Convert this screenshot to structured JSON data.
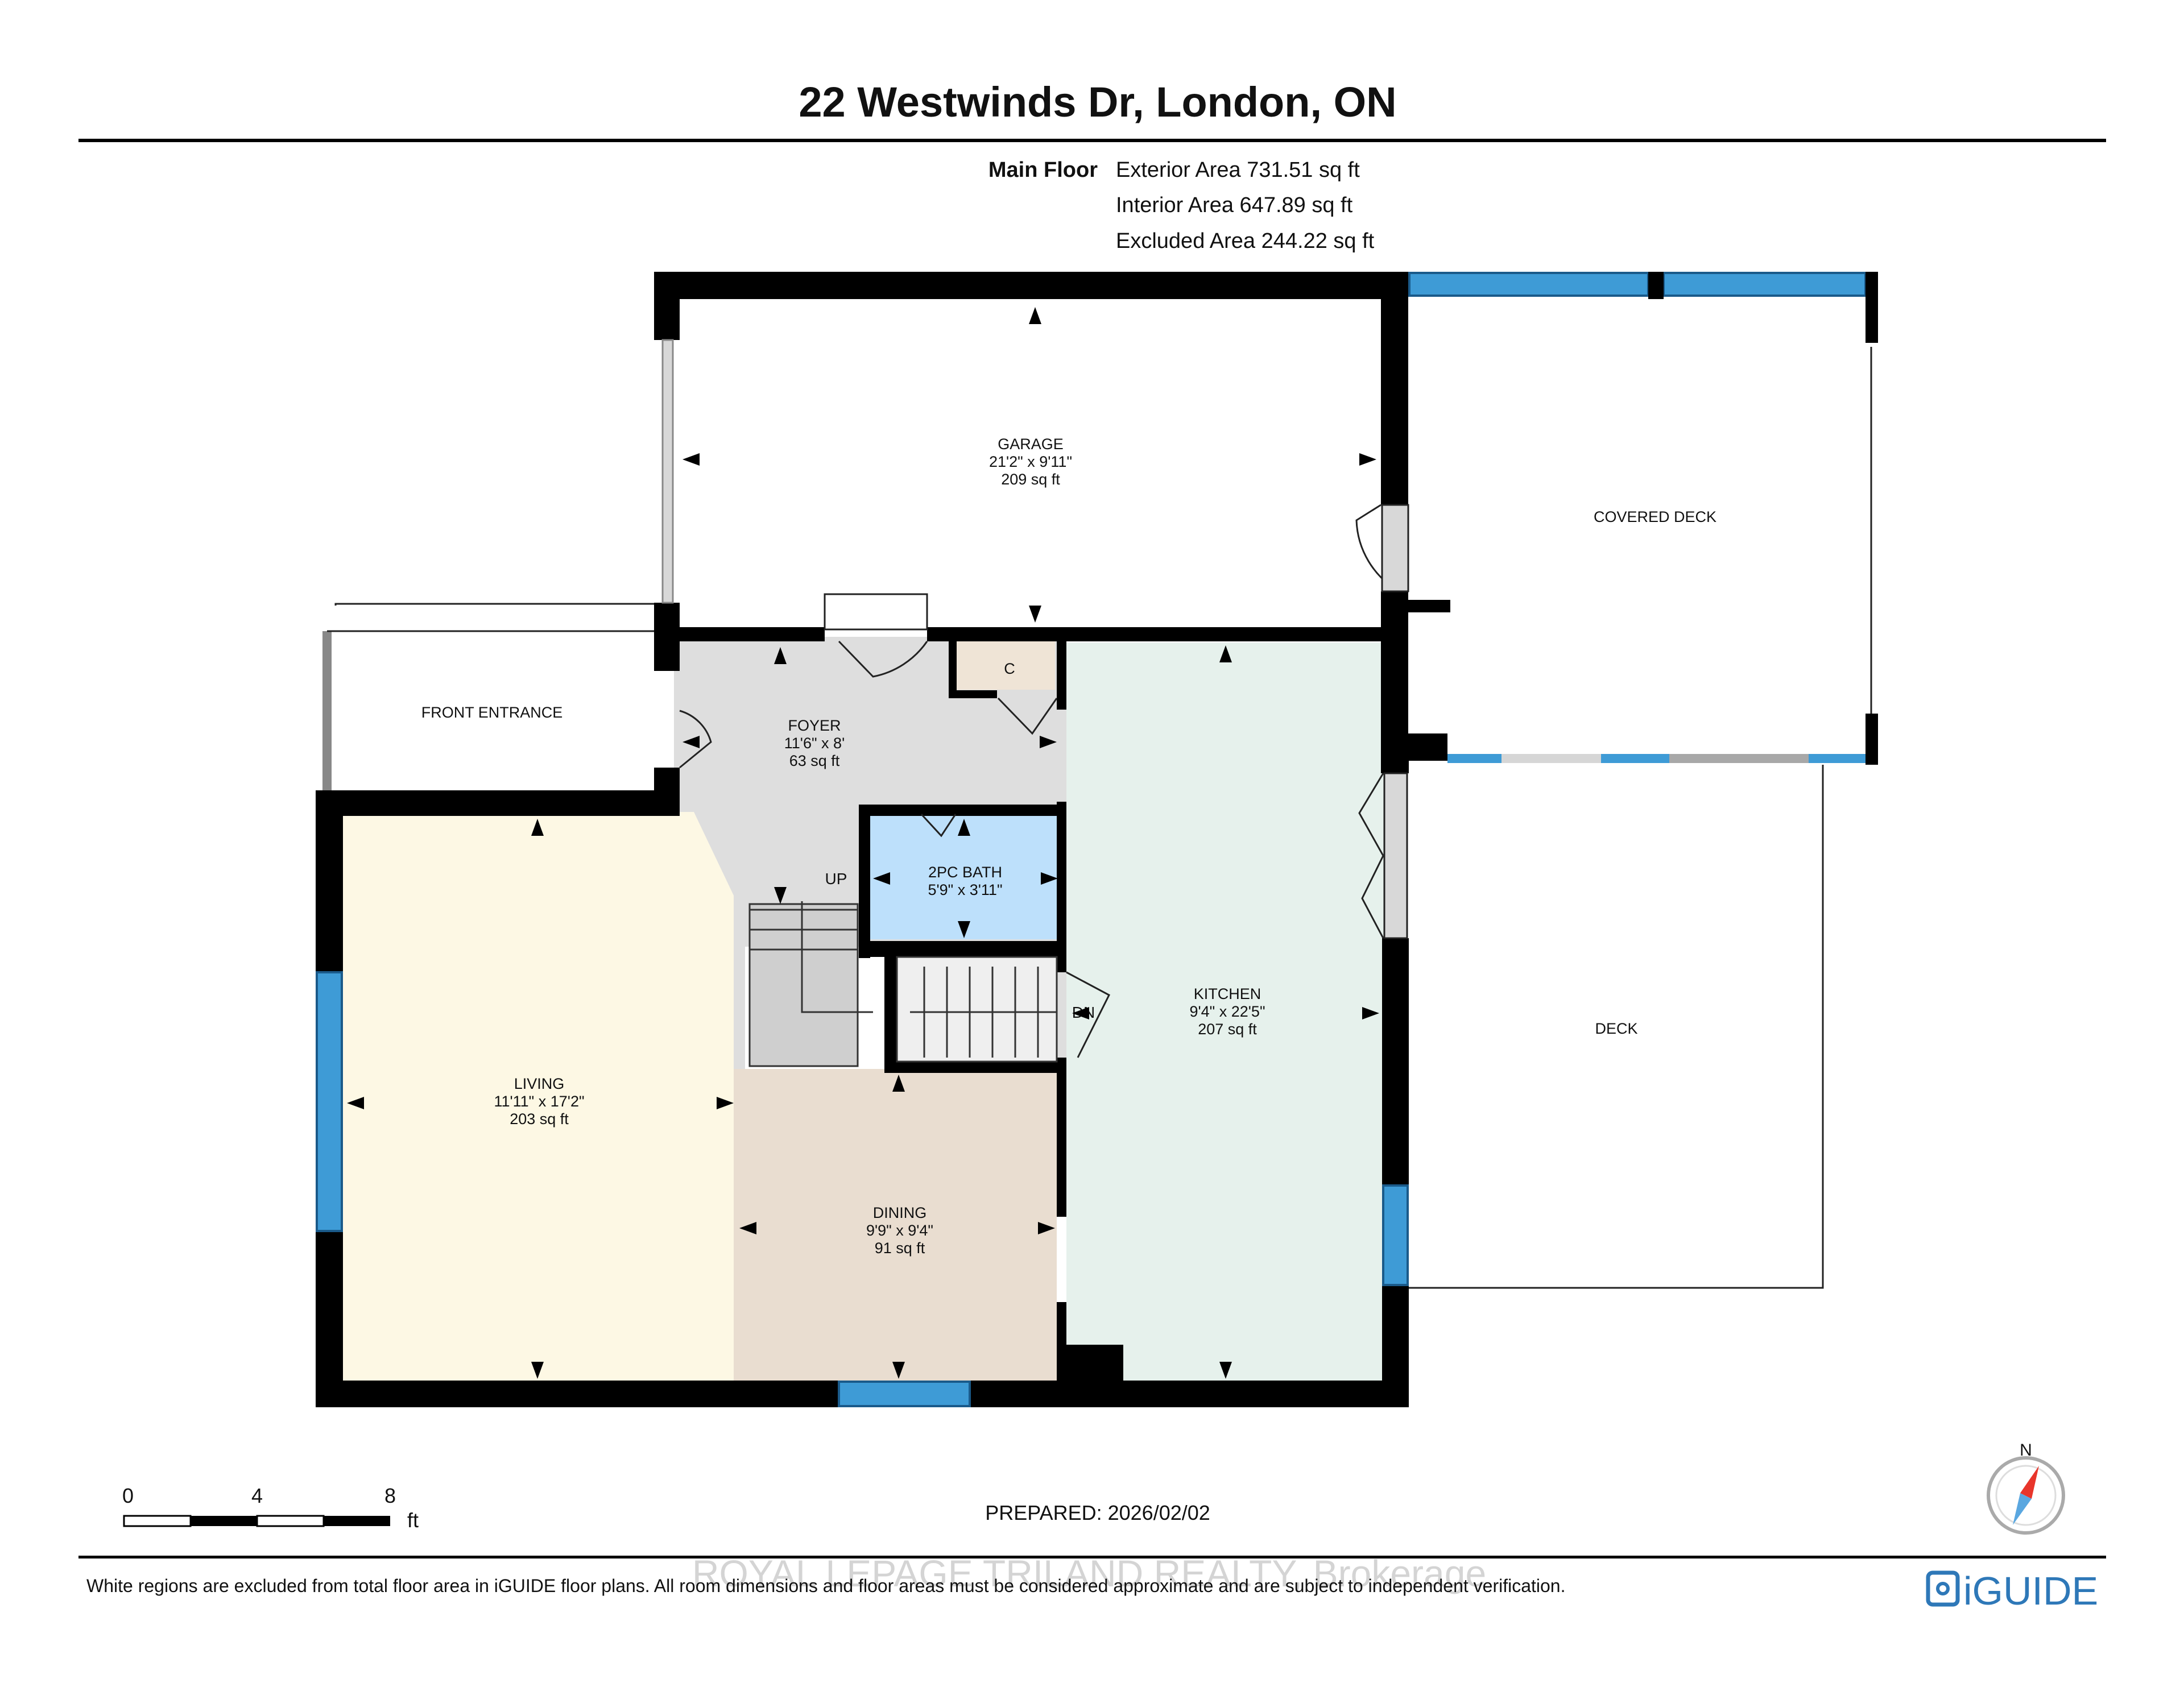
{
  "header": {
    "title": "22 Westwinds Dr, London, ON",
    "floor_label": "Main Floor",
    "exterior_area": "Exterior Area 731.51 sq ft",
    "interior_area": "Interior Area 647.89 sq ft",
    "excluded_area": "Excluded Area 244.22 sq ft"
  },
  "colors": {
    "wall": "#000000",
    "window": "#3e9bd6",
    "foyer": "#dedede",
    "living": "#fdf8e4",
    "dining": "#e9ddd0",
    "kitchen": "#e6f1ec",
    "bath": "#bde0fb",
    "closet": "#efe4d6",
    "iguide": "#2e78b8",
    "compass_red": "#e8352b",
    "compass_blue": "#5aa7e0"
  },
  "rooms": {
    "garage": {
      "name": "GARAGE",
      "dims": "21'2\" x 9'11\"",
      "area": "209 sq ft"
    },
    "covered_deck": {
      "name": "COVERED DECK"
    },
    "front_entrance": {
      "name": "FRONT ENTRANCE"
    },
    "foyer": {
      "name": "FOYER",
      "dims": "11'6\" x 8'",
      "area": "63 sq ft"
    },
    "closet": {
      "name": "C"
    },
    "bath": {
      "name": "2PC BATH",
      "dims": "5'9\" x 3'11\""
    },
    "living": {
      "name": "LIVING",
      "dims": "11'11\" x 17'2\"",
      "area": "203 sq ft"
    },
    "dining": {
      "name": "DINING",
      "dims": "9'9\" x 9'4\"",
      "area": "91 sq ft"
    },
    "kitchen": {
      "name": "KITCHEN",
      "dims": "9'4\" x 22'5\"",
      "area": "207 sq ft"
    },
    "deck": {
      "name": "DECK"
    }
  },
  "stairs": {
    "up_label": "UP",
    "down_label": "DN"
  },
  "scale_bar": {
    "tick_0": "0",
    "tick_4": "4",
    "tick_8": "8",
    "unit": "ft"
  },
  "prepared": "PREPARED: 2026/02/02",
  "compass": {
    "north_label": "N"
  },
  "footer": {
    "disclaimer": "White regions are excluded from total floor area in iGUIDE floor plans. All room dimensions and floor areas must be considered approximate and are subject to independent verification.",
    "watermark": "ROYAL LEPAGE TRILAND REALTY, Brokerage",
    "logo": "iGUIDE"
  }
}
